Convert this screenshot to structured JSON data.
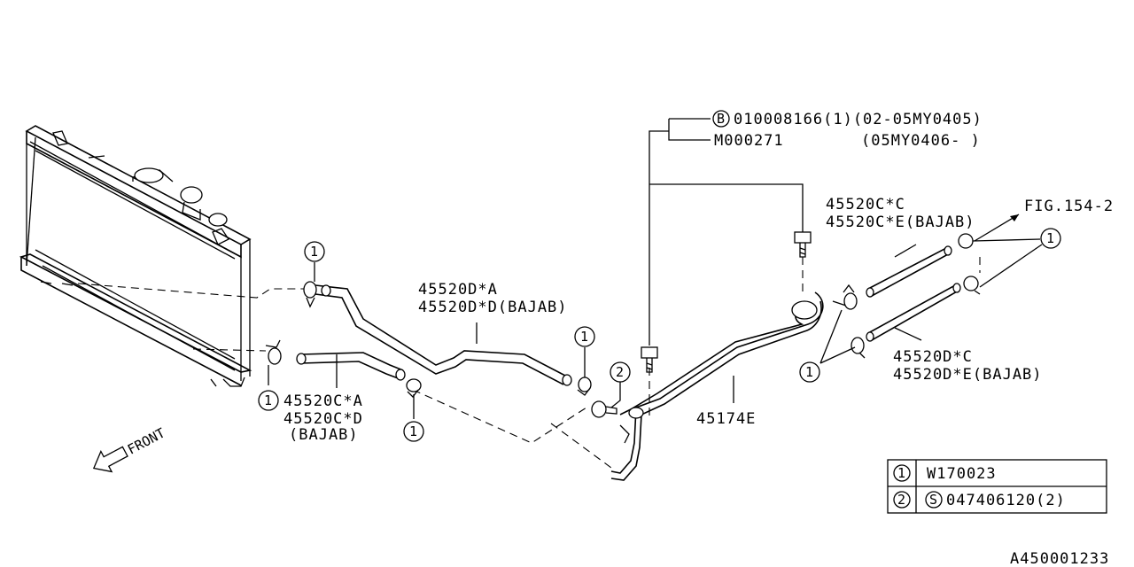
{
  "parts": {
    "b_bolt_part": "010008166(1)(02-05MY0405)",
    "b_bolt_symbol": "B",
    "m_part": "M000271",
    "m_range": "(05MY0406-   )",
    "hose_rear_upper": [
      "45520C*C",
      "45520C*E(BAJAB)"
    ],
    "fig_ref": "FIG.154-2",
    "hose_mid_upper": [
      "45520D*A",
      "45520D*D(BAJAB)"
    ],
    "hose_rear_lower": [
      "45520D*C",
      "45520D*E(BAJAB)"
    ],
    "pipe": "45174E",
    "hose_front_lower": [
      "45520C*A",
      "45520C*D",
      "(BAJAB)"
    ],
    "front_label": "FRONT",
    "diagram_id": "A450001233"
  },
  "callouts": {
    "one": "1",
    "two": "2"
  },
  "legend": {
    "rows": [
      {
        "key": "1",
        "value": "W170023"
      },
      {
        "key": "2",
        "symbol": "S",
        "value": "047406120(2)"
      }
    ]
  }
}
